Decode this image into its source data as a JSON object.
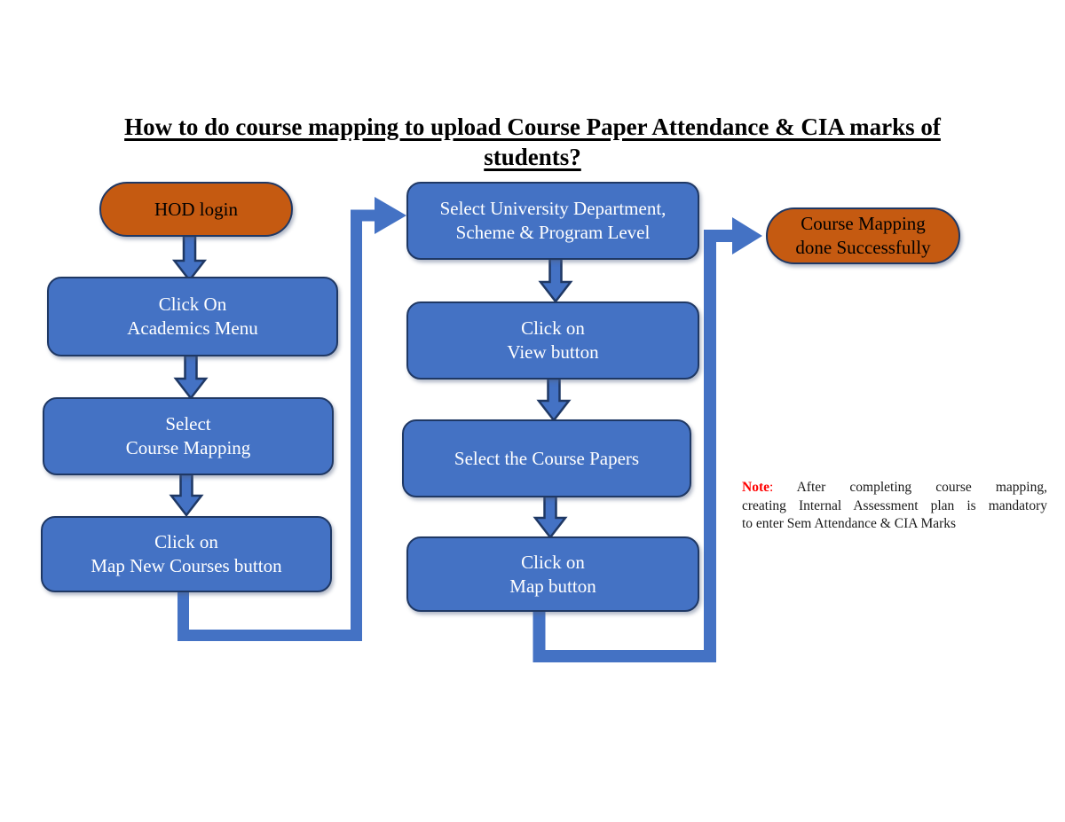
{
  "title": "How to do course mapping to upload Course Paper Attendance & CIA marks of\nstudents?",
  "colors": {
    "node_blue": "#4472C4",
    "node_orange": "#C55A11",
    "border_navy": "#1F3864",
    "connector_blue": "#4472C4",
    "note_red": "#FF0000"
  },
  "flowchart": {
    "start": "HOD login",
    "left_steps": [
      "Click On\nAcademics Menu",
      "Select\nCourse Mapping",
      "Click on\nMap New Courses button"
    ],
    "middle_steps": [
      "Select University Department,\nScheme & Program Level",
      "Click on\nView button",
      "Select the Course Papers",
      "Click on\nMap button"
    ],
    "end": "Course Mapping\ndone Successfully"
  },
  "note": {
    "label": "Note",
    "colon": ":",
    "lines": [
      "After completing course mapping,",
      "creating Internal Assessment plan is mandatory",
      "to enter Sem Attendance & CIA Marks"
    ]
  }
}
